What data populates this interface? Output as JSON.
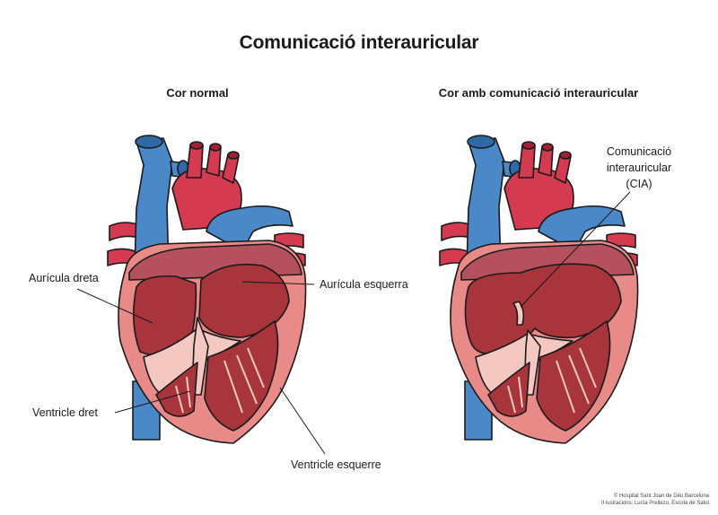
{
  "title": "Comunicació interauricular",
  "panels": {
    "left": {
      "subtitle": "Cor normal"
    },
    "right": {
      "subtitle": "Cor amb comunicació interauricular"
    }
  },
  "labels": {
    "auricula_dreta": "Aurícula dreta",
    "auricula_esquerra": "Aurícula esquerra",
    "ventricle_dret": "Ventricle dret",
    "ventricle_esquerre": "Ventricle esquerre",
    "cia_line1": "Comunicació",
    "cia_line2": "interauricular",
    "cia_line3": "(CIA)"
  },
  "credits": {
    "line1": "© Hospital Sant Joan de Déu Barcelona",
    "line2": "Il·lustracions: Lucía Prellezo, Escola de Salut"
  },
  "colors": {
    "vein_blue": "#4a88c8",
    "artery_red": "#d43a50",
    "myocardium_outer": "#e88a88",
    "chamber_dark": "#a8343c",
    "valve_light": "#f4c8c0"
  }
}
